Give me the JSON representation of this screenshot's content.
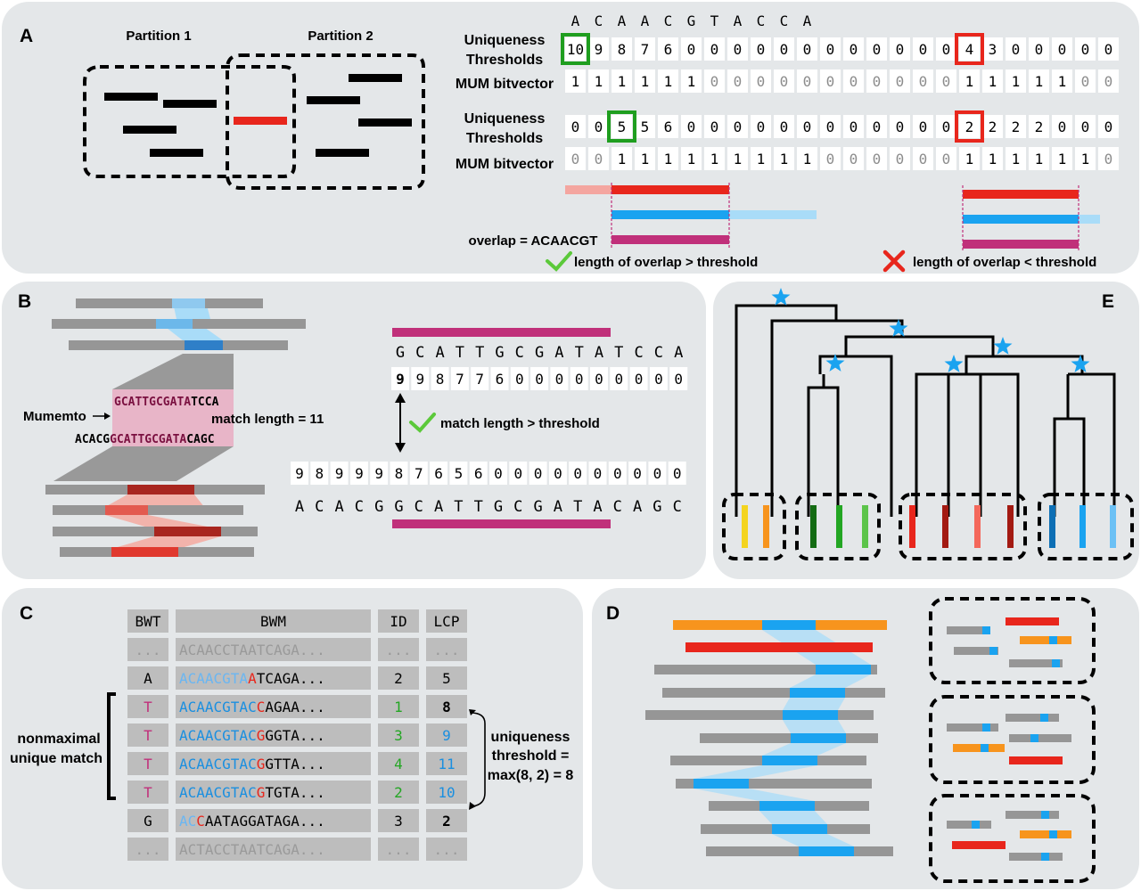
{
  "colors": {
    "panel_bg": "#e4e7e9",
    "red": "#e8261c",
    "light_red": "#f4a6a0",
    "blue": "#1aa3f0",
    "light_blue": "#a9dcf8",
    "magenta": "#c0307a",
    "green": "#1f9e1f",
    "check_green": "#5bc93a",
    "cross_red": "#e8261c",
    "gray_bar": "#969696",
    "bwm_blue": "#1a8fe0",
    "bwm_light_blue": "#6ab6f2"
  },
  "panelA": {
    "letter": "A",
    "partition1": "Partition 1",
    "partition2": "Partition 2",
    "sequence": [
      "A",
      "C",
      "A",
      "A",
      "C",
      "G",
      "T",
      "A",
      "C",
      "C",
      "A"
    ],
    "uniq_label": [
      "Uniqueness",
      "Thresholds"
    ],
    "mum_label": "MUM bitvector",
    "row1_thresholds": [
      "10",
      "9",
      "8",
      "7",
      "6",
      "0",
      "0",
      "0",
      "0",
      "0",
      "0",
      "0",
      "0",
      "0",
      "0",
      "0",
      "0",
      "4",
      "3",
      "0",
      "0",
      "0",
      "0",
      "0"
    ],
    "row1_bits": [
      "1",
      "1",
      "1",
      "1",
      "1",
      "1",
      "0",
      "0",
      "0",
      "0",
      "0",
      "0",
      "0",
      "0",
      "0",
      "0",
      "0",
      "1",
      "1",
      "1",
      "1",
      "1",
      "0",
      "0"
    ],
    "row2_thresholds": [
      "0",
      "0",
      "5",
      "5",
      "6",
      "0",
      "0",
      "0",
      "0",
      "0",
      "0",
      "0",
      "0",
      "0",
      "0",
      "0",
      "0",
      "2",
      "2",
      "2",
      "2",
      "0",
      "0",
      "0"
    ],
    "row2_bits": [
      "0",
      "0",
      "1",
      "1",
      "1",
      "1",
      "1",
      "1",
      "1",
      "1",
      "1",
      "0",
      "0",
      "0",
      "0",
      "0",
      "0",
      "1",
      "1",
      "1",
      "1",
      "1",
      "1",
      "0"
    ],
    "overlap_label": "overlap = ACAACGT",
    "pass_text": "length of overlap > threshold",
    "fail_text": "length of overlap < threshold"
  },
  "panelB": {
    "letter": "B",
    "mumemto_label": "Mumemto",
    "match_top_prefix": "GCATTGCGATA",
    "match_top_suffix": "TCCA",
    "match_bottom_prefix": "ACACG",
    "match_bottom_mid": "GCATTGCGATA",
    "match_bottom_suffix": "CAGC",
    "match_length_label": "match length = 11",
    "top_seq": [
      "G",
      "C",
      "A",
      "T",
      "T",
      "G",
      "C",
      "G",
      "A",
      "T",
      "A",
      "T",
      "C",
      "C",
      "A"
    ],
    "top_vals": [
      "9",
      "9",
      "8",
      "7",
      "7",
      "6",
      "0",
      "0",
      "0",
      "0",
      "0",
      "0",
      "0",
      "0",
      "0"
    ],
    "bottom_vals": [
      "9",
      "8",
      "9",
      "9",
      "9",
      "8",
      "7",
      "6",
      "5",
      "6",
      "0",
      "0",
      "0",
      "0",
      "0",
      "0",
      "0",
      "0",
      "0",
      "0"
    ],
    "bottom_seq": [
      "A",
      "C",
      "A",
      "C",
      "G",
      "G",
      "C",
      "A",
      "T",
      "T",
      "G",
      "C",
      "G",
      "A",
      "T",
      "A",
      "C",
      "A",
      "G",
      "C"
    ],
    "check_text": "match length > threshold"
  },
  "panelC": {
    "letter": "C",
    "headers": [
      "BWT",
      "BWM",
      "ID",
      "LCP"
    ],
    "ellipsis": "...",
    "rows": [
      {
        "bwt": "...",
        "bwm": [
          {
            "t": "ACAACCTAATCAGA...",
            "c": "gray"
          }
        ],
        "id": "...",
        "lcp": "...",
        "idc": "gray",
        "lcpc": "gray"
      },
      {
        "bwt": "A",
        "bwm": [
          {
            "t": "ACAACGTA",
            "c": "lightblue"
          },
          {
            "t": "A",
            "c": "red"
          },
          {
            "t": "TCAGA...",
            "c": "black"
          }
        ],
        "id": "2",
        "lcp": "5",
        "idc": "black",
        "lcpc": "black"
      },
      {
        "bwt": "T",
        "bwm": [
          {
            "t": "ACAACGTAC",
            "c": "blue"
          },
          {
            "t": "C",
            "c": "red"
          },
          {
            "t": "AGAA...",
            "c": "black"
          }
        ],
        "id": "1",
        "lcp": "8",
        "idc": "green",
        "lcpc": "boldblack",
        "bwtc": "magenta"
      },
      {
        "bwt": "T",
        "bwm": [
          {
            "t": "ACAACGTAC",
            "c": "blue"
          },
          {
            "t": "G",
            "c": "red"
          },
          {
            "t": "GGTA...",
            "c": "black"
          }
        ],
        "id": "3",
        "lcp": "9",
        "idc": "green",
        "lcpc": "blue",
        "bwtc": "magenta"
      },
      {
        "bwt": "T",
        "bwm": [
          {
            "t": "ACAACGTAC",
            "c": "blue"
          },
          {
            "t": "G",
            "c": "red"
          },
          {
            "t": "GTTA...",
            "c": "black"
          }
        ],
        "id": "4",
        "lcp": "11",
        "idc": "green",
        "lcpc": "blue",
        "bwtc": "magenta"
      },
      {
        "bwt": "T",
        "bwm": [
          {
            "t": "ACAACGTAC",
            "c": "blue"
          },
          {
            "t": "G",
            "c": "red"
          },
          {
            "t": "TGTA...",
            "c": "black"
          }
        ],
        "id": "2",
        "lcp": "10",
        "idc": "green",
        "lcpc": "blue",
        "bwtc": "magenta"
      },
      {
        "bwt": "G",
        "bwm": [
          {
            "t": "AC",
            "c": "lightblue"
          },
          {
            "t": "C",
            "c": "red"
          },
          {
            "t": "AATAGGATAGA...",
            "c": "black"
          }
        ],
        "id": "3",
        "lcp": "2",
        "idc": "black",
        "lcpc": "boldblack"
      },
      {
        "bwt": "...",
        "bwm": [
          {
            "t": "ACTACCTAATCAGA...",
            "c": "gray"
          }
        ],
        "id": "...",
        "lcp": "...",
        "idc": "gray",
        "lcpc": "gray"
      }
    ],
    "nonmaximal_label": [
      "nonmaximal",
      "unique match"
    ],
    "uniqueness_label": [
      "uniqueness",
      "threshold =",
      "max(8, 2) = 8"
    ]
  },
  "panelD": {
    "letter": "D"
  },
  "panelE": {
    "letter": "E"
  }
}
